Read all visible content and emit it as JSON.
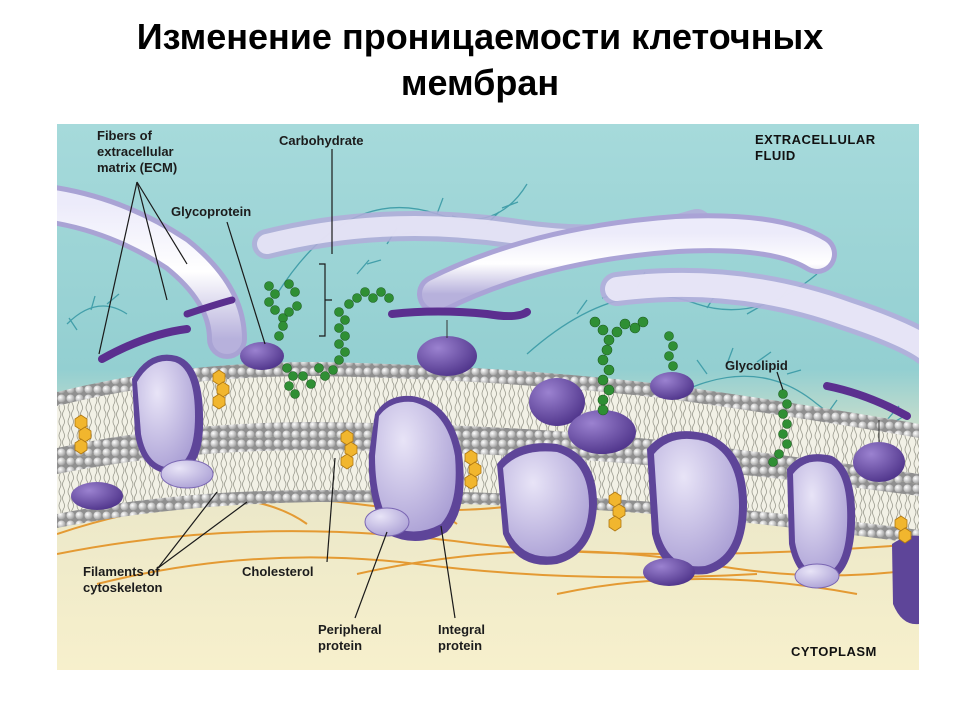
{
  "title": {
    "line1": "Изменение проницаемости клеточных",
    "line2": "мембран"
  },
  "diagram": {
    "regions": {
      "top_line1": "EXTRACELLULAR",
      "top_line2": "FLUID",
      "bottom": "CYTOPLASM"
    },
    "labels": {
      "ecm_line1": "Fibers of",
      "ecm_line2": "extracellular",
      "ecm_line3": "matrix (ECM)",
      "carbohydrate": "Carbohydrate",
      "glycoprotein": "Glycoprotein",
      "glycolipid": "Glycolipid",
      "filaments_line1": "Filaments of",
      "filaments_line2": "cytoskeleton",
      "cholesterol": "Cholesterol",
      "peripheral_line1": "Peripheral",
      "peripheral_line2": "protein",
      "integral_line1": "Integral",
      "integral_line2": "protein"
    },
    "colors": {
      "extracellular": "#9dd4d6",
      "cytoplasm": "#f6efc9",
      "protein": "#c9c2e6",
      "protein_dark": "#6f56a8",
      "carbohydrate": "#3a9a3a",
      "cholesterol": "#f0b32c",
      "fiber": "#e9a23b"
    }
  }
}
